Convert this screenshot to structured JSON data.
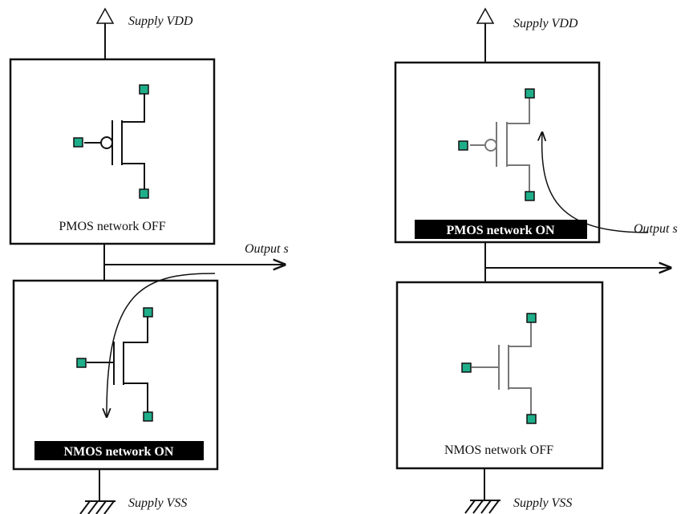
{
  "left": {
    "supply_top": "Supply VDD",
    "pmos_label": "PMOS network OFF",
    "output_label": "Output s",
    "nmos_label": "NMOS network ON",
    "supply_bottom": "Supply VSS"
  },
  "right": {
    "supply_top": "Supply VDD",
    "pmos_label": "PMOS network ON",
    "output_label": "Output s",
    "nmos_label": "NMOS network OFF",
    "supply_bottom": "Supply VSS"
  },
  "colors": {
    "pin": "#1fae8a",
    "highlight_bg": "#000000",
    "highlight_text": "#ffffff"
  }
}
